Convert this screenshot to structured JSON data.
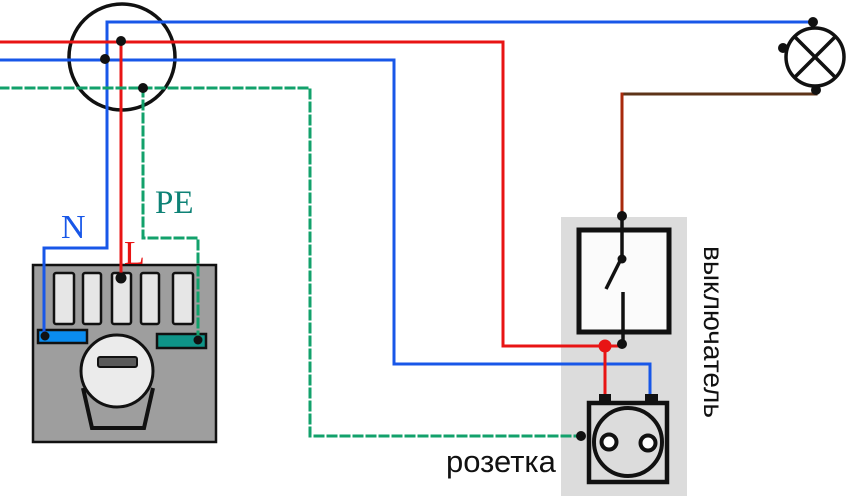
{
  "diagram": {
    "type": "electrical-wiring-diagram",
    "labels": {
      "neutral": "N",
      "line": "L",
      "pe": "PE",
      "switch": "выключатель",
      "socket": "розетка"
    },
    "components": {
      "junction_box": "junction-box",
      "meter": "electric-meter",
      "lamp": "lamp",
      "switch": "wall-switch",
      "socket": "wall-socket"
    },
    "colors": {
      "wire_blue": "#1857e8",
      "wire_red": "#e81414",
      "wire_green": "#12a16b",
      "wire_brown": "#5e3418",
      "wire_dark_red": "#a82a0c",
      "label_n": "#1857e8",
      "label_l": "#e81414",
      "label_pe": "#0e8276",
      "label_black": "#111111",
      "panel_gray": "#dcdcdc",
      "meter_gray": "#9e9e9e",
      "meter_slot": "#e6e6e6",
      "terminal_blue": "#0a8cf0",
      "terminal_teal": "#0e9488",
      "dial_gray": "#ebebeb",
      "dial_slot": "#5a5a5a",
      "outline_black": "#111111",
      "background": "#ffffff"
    }
  }
}
